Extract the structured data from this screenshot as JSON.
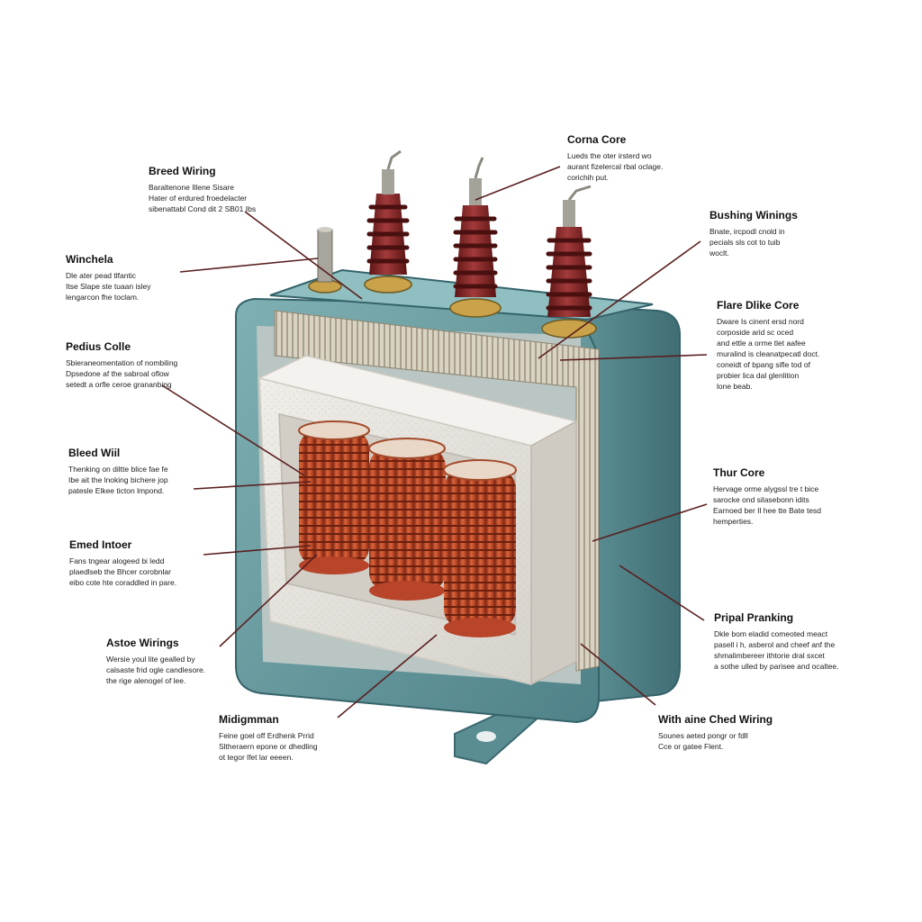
{
  "colors": {
    "tank": "#5d9096",
    "tank_light": "#7fb0b3",
    "tank_dark": "#3f6e74",
    "bushing": "#8c2a2a",
    "coil": "#c2502b",
    "insulation": "#e6e4df",
    "leader_line": "#5a1f1f"
  },
  "labels": [
    {
      "id": "corna-core",
      "title": "Corna Core",
      "desc": [
        "Lueds the oter irsterd wo",
        "aurant fizelercal rbal oclage.",
        "corichih put."
      ]
    },
    {
      "id": "breed-wiring",
      "title": "Breed Wiring",
      "desc": [
        "Baraltenone Illene Sisare",
        "Hater of erdured froedelacter",
        "sibenattabl Cond dit 2 SB01 Ibs"
      ]
    },
    {
      "id": "winchela",
      "title": "Winchela",
      "desc": [
        "Dle ater pead tlfantic",
        "Itse Slape ste tuaan isley",
        "lengarcon fhe toclam."
      ]
    },
    {
      "id": "bushing-winings",
      "title": "Bushing Winings",
      "desc": [
        "Bnate, ircpodl cnold in",
        "pecials sls cot to tuib",
        "woclt."
      ]
    },
    {
      "id": "pedius-colle",
      "title": "Pedius Colle",
      "desc": [
        "Sbieraneomentation of nombiling",
        "Dpsedone af the sabroal oflow",
        "setedt a orfle ceroe grananbing"
      ]
    },
    {
      "id": "flare-dlie-core",
      "title": "Flare Dlike Core",
      "desc": [
        "Dware Is cinent ersd nord",
        "corposide arid sc oced",
        "and ettle a orme tlet aafee",
        "muralind is cleanatpecatl doct.",
        "coneidt of bpang sifle tod of",
        "probier lica dal glenlition",
        "lone beab."
      ]
    },
    {
      "id": "bleed-wiil",
      "title": "Bleed Wiil",
      "desc": [
        "Thenking on diltte blice fae fe",
        "Ibe ait the lnoking bichere jop",
        "patesle Elkee ticton lmpond."
      ]
    },
    {
      "id": "thur-core",
      "title": "Thur Core",
      "desc": [
        "Hervage orme alygssl tre t bice",
        "sarocke ond silasebonn idits",
        "Earnoed ber Il hee tte Bate tesd",
        "hemperties."
      ]
    },
    {
      "id": "emed-intoer",
      "title": "Emed Intoer",
      "desc": [
        "Fans tngear alogeed bi ledd",
        "plaedlseb the Bhcer corobnlar",
        "eibo cote hte coraddled in pare."
      ]
    },
    {
      "id": "pripal-pranking",
      "title": "Pripal Pranking",
      "desc": [
        "Dkle bom eladid comeoted meact",
        "pasell i h, asberol and cheef anf the",
        "shmalimbereer ithtorie dral sxcet",
        "a sothe ulled by parisee and ocaltee."
      ]
    },
    {
      "id": "astoe-wirings",
      "title": "Astoe Wirings",
      "desc": [
        "Wersie youl lite gealled by",
        "calsaste frid ogle candlesore.",
        "the rige alenogel of lee."
      ]
    },
    {
      "id": "midigmman",
      "title": "Midigmman",
      "desc": [
        "Feine goel off Erdhenk Prrid",
        "Sltheraern epone or dhedling",
        "ot tegor lfet lar eeeen."
      ]
    },
    {
      "id": "with-aine-ched-wiring",
      "title": "With aine Ched Wiring",
      "desc": [
        "Sounes aeted pongr or fdll",
        "Cce or gatee Flent."
      ]
    }
  ]
}
